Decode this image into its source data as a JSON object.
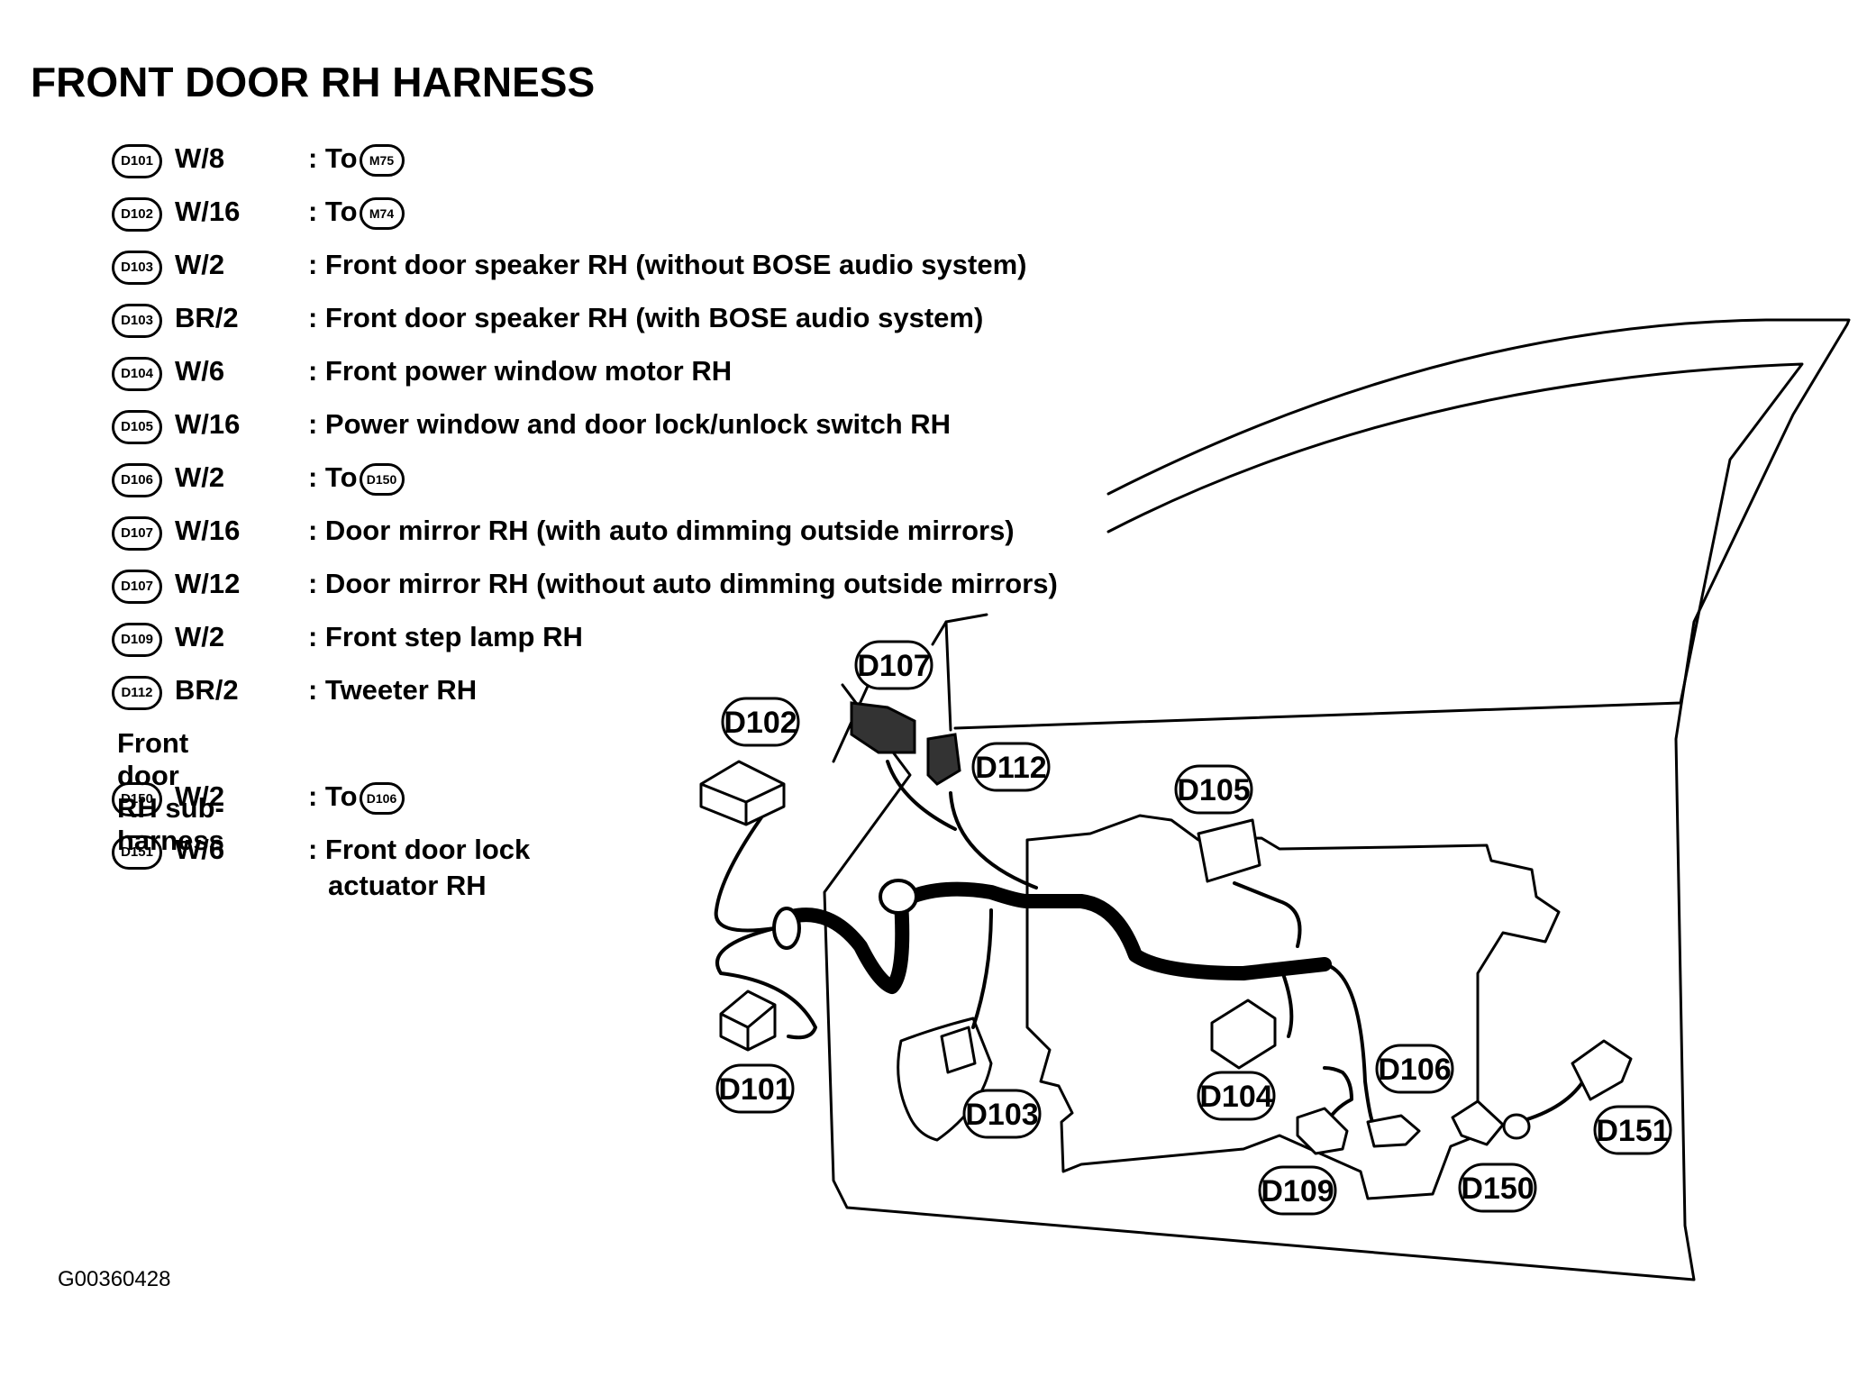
{
  "title": "FRONT DOOR RH HARNESS",
  "connectors": [
    {
      "id": "D101",
      "wire": "W/8",
      "desc": ": To",
      "ref": "M75"
    },
    {
      "id": "D102",
      "wire": "W/16",
      "desc": ": To",
      "ref": "M74"
    },
    {
      "id": "D103",
      "wire": "W/2",
      "desc": ": Front door speaker RH (without BOSE audio system)",
      "ref": ""
    },
    {
      "id": "D103",
      "wire": "BR/2",
      "desc": ": Front door speaker RH (with BOSE audio system)",
      "ref": ""
    },
    {
      "id": "D104",
      "wire": "W/6",
      "desc": ": Front power window motor RH",
      "ref": ""
    },
    {
      "id": "D105",
      "wire": "W/16",
      "desc": ": Power window and door lock/unlock switch RH",
      "ref": ""
    },
    {
      "id": "D106",
      "wire": "W/2",
      "desc": ": To",
      "ref": "D150"
    },
    {
      "id": "D107",
      "wire": "W/16",
      "desc": ": Door mirror RH (with auto dimming outside mirrors)",
      "ref": ""
    },
    {
      "id": "D107",
      "wire": "W/12",
      "desc": ": Door mirror RH (without auto dimming outside mirrors)",
      "ref": ""
    },
    {
      "id": "D109",
      "wire": "W/2",
      "desc": ": Front step lamp RH",
      "ref": ""
    },
    {
      "id": "D112",
      "wire": "BR/2",
      "desc": ": Tweeter RH",
      "ref": ""
    }
  ],
  "sub_harness_title": "Front door RH sub-harness",
  "sub_connectors": [
    {
      "id": "D150",
      "wire": "W/2",
      "desc": ": To",
      "ref": "D106",
      "desc2": ""
    },
    {
      "id": "D151",
      "wire": "W/6",
      "desc": ": Front door lock",
      "ref": "",
      "desc2": "actuator RH"
    }
  ],
  "diagram_labels": [
    "D107",
    "D102",
    "D112",
    "D105",
    "D101",
    "D103",
    "D104",
    "D106",
    "D109",
    "D150",
    "D151"
  ],
  "figure_id": "G00360428"
}
